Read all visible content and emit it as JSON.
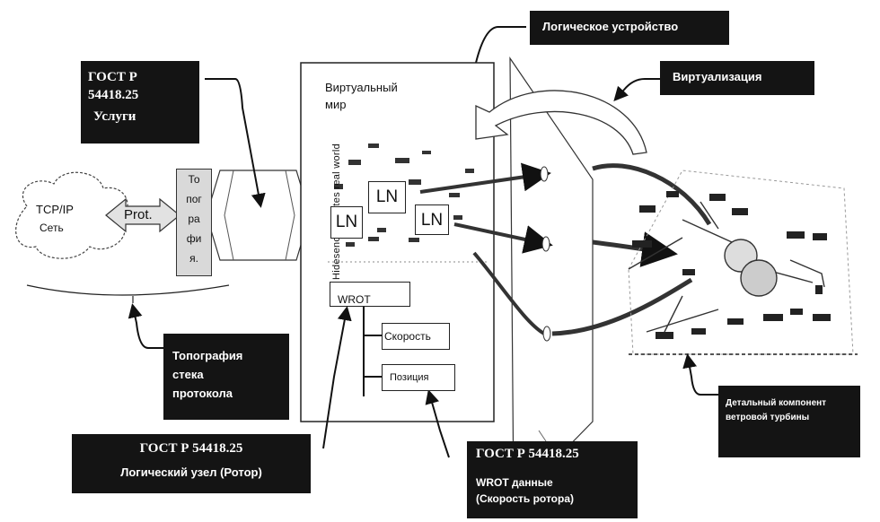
{
  "labels": {
    "gost_services": "ГОСТ Р 54418.25",
    "services": "Услуги",
    "logical_device": "Логическое устройство",
    "virtualization": "Виртуализация",
    "virtual_world_line1": "Виртуальный",
    "virtual_world_line2": "мир",
    "vertical_text": "Hidesencapsulates real world",
    "tcpip": "TCP/IP",
    "network": "Сеть",
    "prot": "Prot.",
    "topography_vertical": [
      "То",
      "пог",
      "ра",
      "фи",
      "я."
    ],
    "ln": "LN",
    "wrot": "WROT",
    "speed": "Скорость",
    "position": "Позиция",
    "topography_line1": "Топография",
    "topography_line2": "стека",
    "topography_line3": "протокола",
    "gost_node": "ГОСТ Р 54418.25",
    "logical_node": "Логический узел (Ротор)",
    "gost_data": "ГОСТ Р 54418.25",
    "wrot_data_line1": "WROT данные",
    "wrot_data_line2": "(Скорость ротора)",
    "turbine_line1": "Детальный компонент",
    "turbine_line2": "ветровой турбины"
  }
}
